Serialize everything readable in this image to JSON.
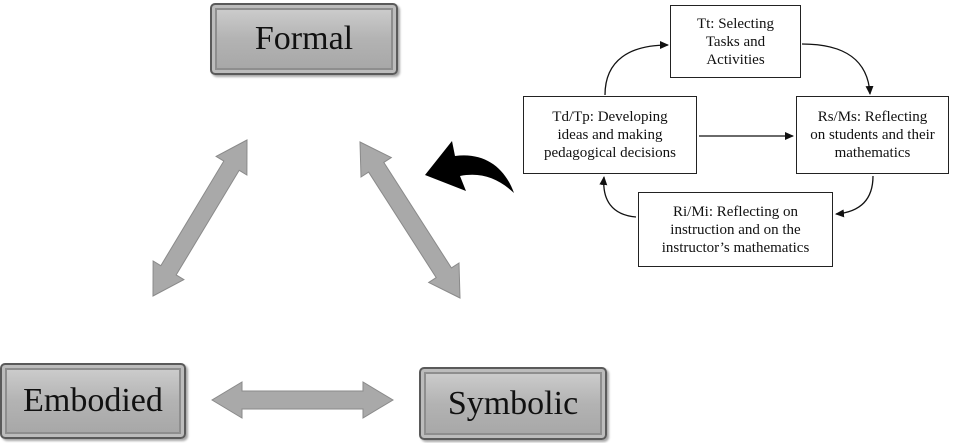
{
  "worlds": {
    "formal": "Formal",
    "embodied": "Embodied",
    "symbolic": "Symbolic"
  },
  "cycle": {
    "tasks": "Tt: Selecting\nTasks and\nActivities",
    "developing": "Td/Tp: Developing\nideas and making\npedagogical decisions",
    "reflect_students": "Rs/Ms: Reflecting\non students and their\nmathematics",
    "reflect_instruction": "Ri/Mi: Reflecting on\ninstruction and on the\ninstructor’s mathematics"
  },
  "colors": {
    "world_fill": "#b3b3b3",
    "double_arrow": "#a9a9a9",
    "curved_arrow": "#000000"
  }
}
